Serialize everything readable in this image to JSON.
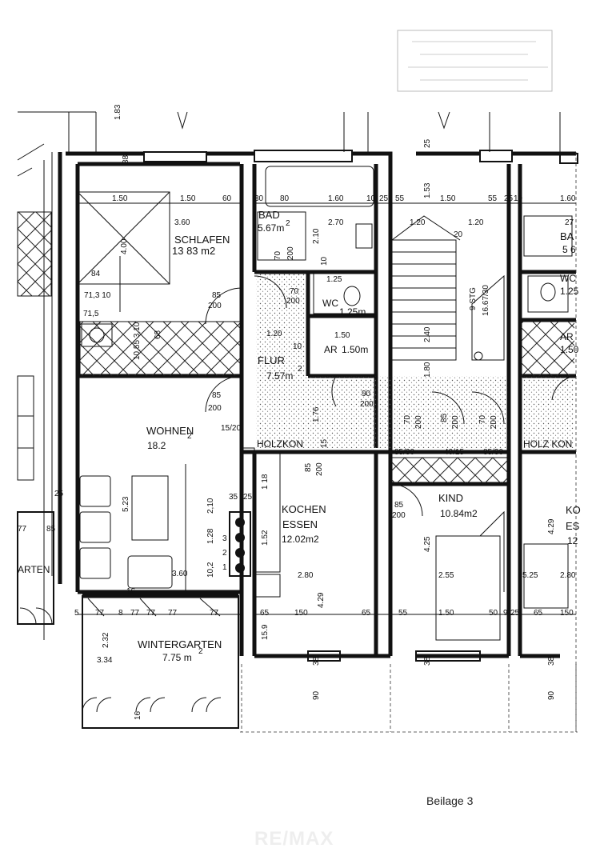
{
  "caption": "Beilage 3",
  "watermark": "RE/MAX",
  "rooms": {
    "schlafen": {
      "name": "SCHLAFEN",
      "area": "13 83 m2"
    },
    "bad": {
      "name": "BAD",
      "area": "5.67m"
    },
    "wc": {
      "name": "WC",
      "area": "1.25m"
    },
    "ar": {
      "name": "AR",
      "area": "1.50m"
    },
    "flur": {
      "name": "FLUR",
      "area": "7.57m"
    },
    "wohnen": {
      "name": "WOHNEN",
      "area": "18.2"
    },
    "kochen": {
      "name": "KOCHEN",
      "name2": "ESSEN",
      "area": "12.02m2"
    },
    "kind": {
      "name": "KIND",
      "area": "10.84m2"
    },
    "wintergarten": {
      "name": "WINTERGARTEN",
      "area": "7.75 m"
    },
    "holzkon1": {
      "name": "HOLZKON"
    },
    "holzkon2": {
      "name": "HOLZ KON"
    },
    "garten": {
      "name": "ARTEN"
    },
    "bad_right": {
      "name": "BA",
      "area": "5 6"
    },
    "wc_right": {
      "name": "WC",
      "area": "1.25"
    },
    "ar_right": {
      "name": "AR",
      "area": "1.50"
    },
    "ko_right": {
      "name": "KO",
      "name2": "ES",
      "area": "12"
    }
  },
  "superscripts": {
    "two": "2"
  },
  "dimensions": {
    "d183": "1.83",
    "d38a": "38",
    "d25a": "25",
    "d153": "1.53",
    "d150a": "1.50",
    "d150b": "1.50",
    "d60": "60",
    "d30": "30",
    "d80": "80",
    "d160": "1.60",
    "d10a": "10",
    "d25b": "25",
    "d55a": "55",
    "d150c": "1.50",
    "d55b": "55",
    "d25c": "25",
    "d10b": "10",
    "d160r": "1.60",
    "d360": "3.60",
    "d270": "2.70",
    "d120a": "1.20",
    "d120b": "1.20",
    "d20": "20",
    "d2r": "27",
    "d400": "4.00",
    "d210": "2.10",
    "d84": "84",
    "d70a": "70",
    "d200a": "200",
    "d10c": "10",
    "d71": "71,3 10",
    "d715": "71,5",
    "d85a": "85",
    "d200b": "200",
    "d70b": "70",
    "d200c": "200",
    "d125": "1.25",
    "dstairs": "9 STG",
    "drise": "16.67/30",
    "d120c": "1.20",
    "d150d": "1.50",
    "d10d": "10",
    "d240": "2.40",
    "d180": "1.80",
    "d68": "68",
    "d1055": "10,55 3,10",
    "d90": "90",
    "d200d": "200",
    "d85b": "85",
    "d200e": "200",
    "d176": "1.76",
    "d70c": "70",
    "d200f": "200",
    "d85c": "85",
    "d200g": "200",
    "d70d": "70",
    "d200h": "200",
    "d1520": "15/20",
    "d15": "15",
    "d8530": "85/30",
    "d4015": "40/15",
    "d8530b": "85/30",
    "d85d": "85",
    "d200i": "200",
    "d118": "1 18",
    "d25d": "25",
    "d35": "35",
    "d25e": "25",
    "d210b": "2,10",
    "d85e": "85",
    "d200j": "200",
    "d523": "5.23",
    "d128": "1.28",
    "d152": "1.52",
    "d102": "10,2",
    "d429a": "4.29",
    "d425": "4.25",
    "d429b": "4.29",
    "d360b": "3.60",
    "d280": "2.80",
    "d255": "2.55",
    "d525": "5.25",
    "d280r": "2.80",
    "d16": "16",
    "d65a": "65",
    "d150e": "150",
    "d65b": "65",
    "d55c": "55",
    "d150f": "1.50",
    "d50": "50",
    "d9": "9",
    "d25f": "25",
    "d65c": "65",
    "d150g": "150",
    "d775a": "77",
    "d775b": "77",
    "d775c": "77",
    "d775d": "77",
    "d775e": "77",
    "d5": "5",
    "d8": "8",
    "d232": "2.32",
    "d334": "3.34",
    "d159": "15.9",
    "d38b": "38",
    "d38c": "38",
    "d38d": "38",
    "d90b": "90",
    "d90c": "90",
    "d16b": "16",
    "d77l": "77",
    "d85l": "85"
  },
  "meter_labels": [
    "3",
    "2",
    "1"
  ],
  "stamp_lines": [
    "",
    "",
    "",
    ""
  ]
}
